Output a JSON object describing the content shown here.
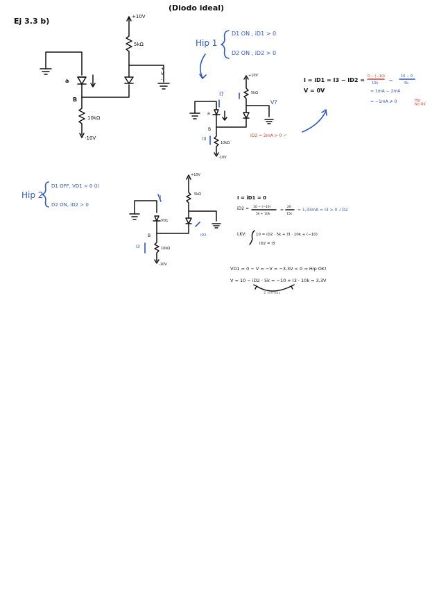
{
  "header": {
    "title": "(Diodo ideal)",
    "exercise": "Ej 3.3 b)"
  },
  "circuit_main": {
    "vplus": "+10V",
    "r_top": "5kΩ",
    "node_a": "a",
    "node_b": "B",
    "r_bottom": "10kΩ",
    "vminus": "-10V",
    "vout_plus": "+",
    "vout_v": "V",
    "vout_minus": "-"
  },
  "hyp1": {
    "label": "Hip 1",
    "cond1": "D1  ON , iD1 > 0",
    "cond2": "D2  ON , iD2 > 0",
    "circuit": {
      "vplus": "+10V",
      "r_top": "5kΩ",
      "r_bottom": "10kΩ",
      "vminus": "-10V",
      "i_label": "I?",
      "v_label": "V?",
      "node_a": "a",
      "node_b": "B",
      "i3": "I3",
      "id2_note": "ID2 = 2mA > 0 ✓"
    },
    "eq1": "I = iD1 = I3 − ID2 =",
    "frac1_num": "0 − (−10)",
    "frac1_den": "10k",
    "minus": "−",
    "frac2_num": "10 − 0",
    "frac2_den": "5k",
    "eq2": "V = 0V",
    "eq3": "= 1mA  −  2mA",
    "eq4": "= −1mA ≯ 0",
    "verdict": "Hip\nNo OK"
  },
  "hyp2": {
    "label": "Hip 2",
    "cond1": "D1 OFF, VD1 < 0  (I)",
    "cond2": "D2 ON, iD2 > 0",
    "circuit": {
      "vplus": "+10V",
      "r_top": "5kΩ",
      "r_bottom": "10kΩ",
      "vminus": "-10V",
      "i_label": "I",
      "vd1": "VD1",
      "iD2": "iD2",
      "node_b": "B",
      "i3": "I3"
    },
    "eq1": "I = iD1 = 0",
    "eq2_lhs": "iD2 =",
    "frac_num": "10 − (−10)",
    "frac_den": "5k + 10k",
    "eq2_mid": "=",
    "frac2_num": "20",
    "frac2_den": "15k",
    "eq2_rhs": "= 1,33mA = I3 > 0 ✓D2",
    "lkv_head": "LKV:",
    "lkv1": "10 = iD2 · 5k + I3 · 10k + (−10)",
    "lkv2": "iD2 = I3",
    "vd1": "VD1 = 0 − V = −V = −3,3V < 0 ⇒ Hip OK!",
    "v": "V = 10 − iD2 · 5k = −10 + I3 · 10k = 3,3V",
    "note": "2 formas"
  }
}
